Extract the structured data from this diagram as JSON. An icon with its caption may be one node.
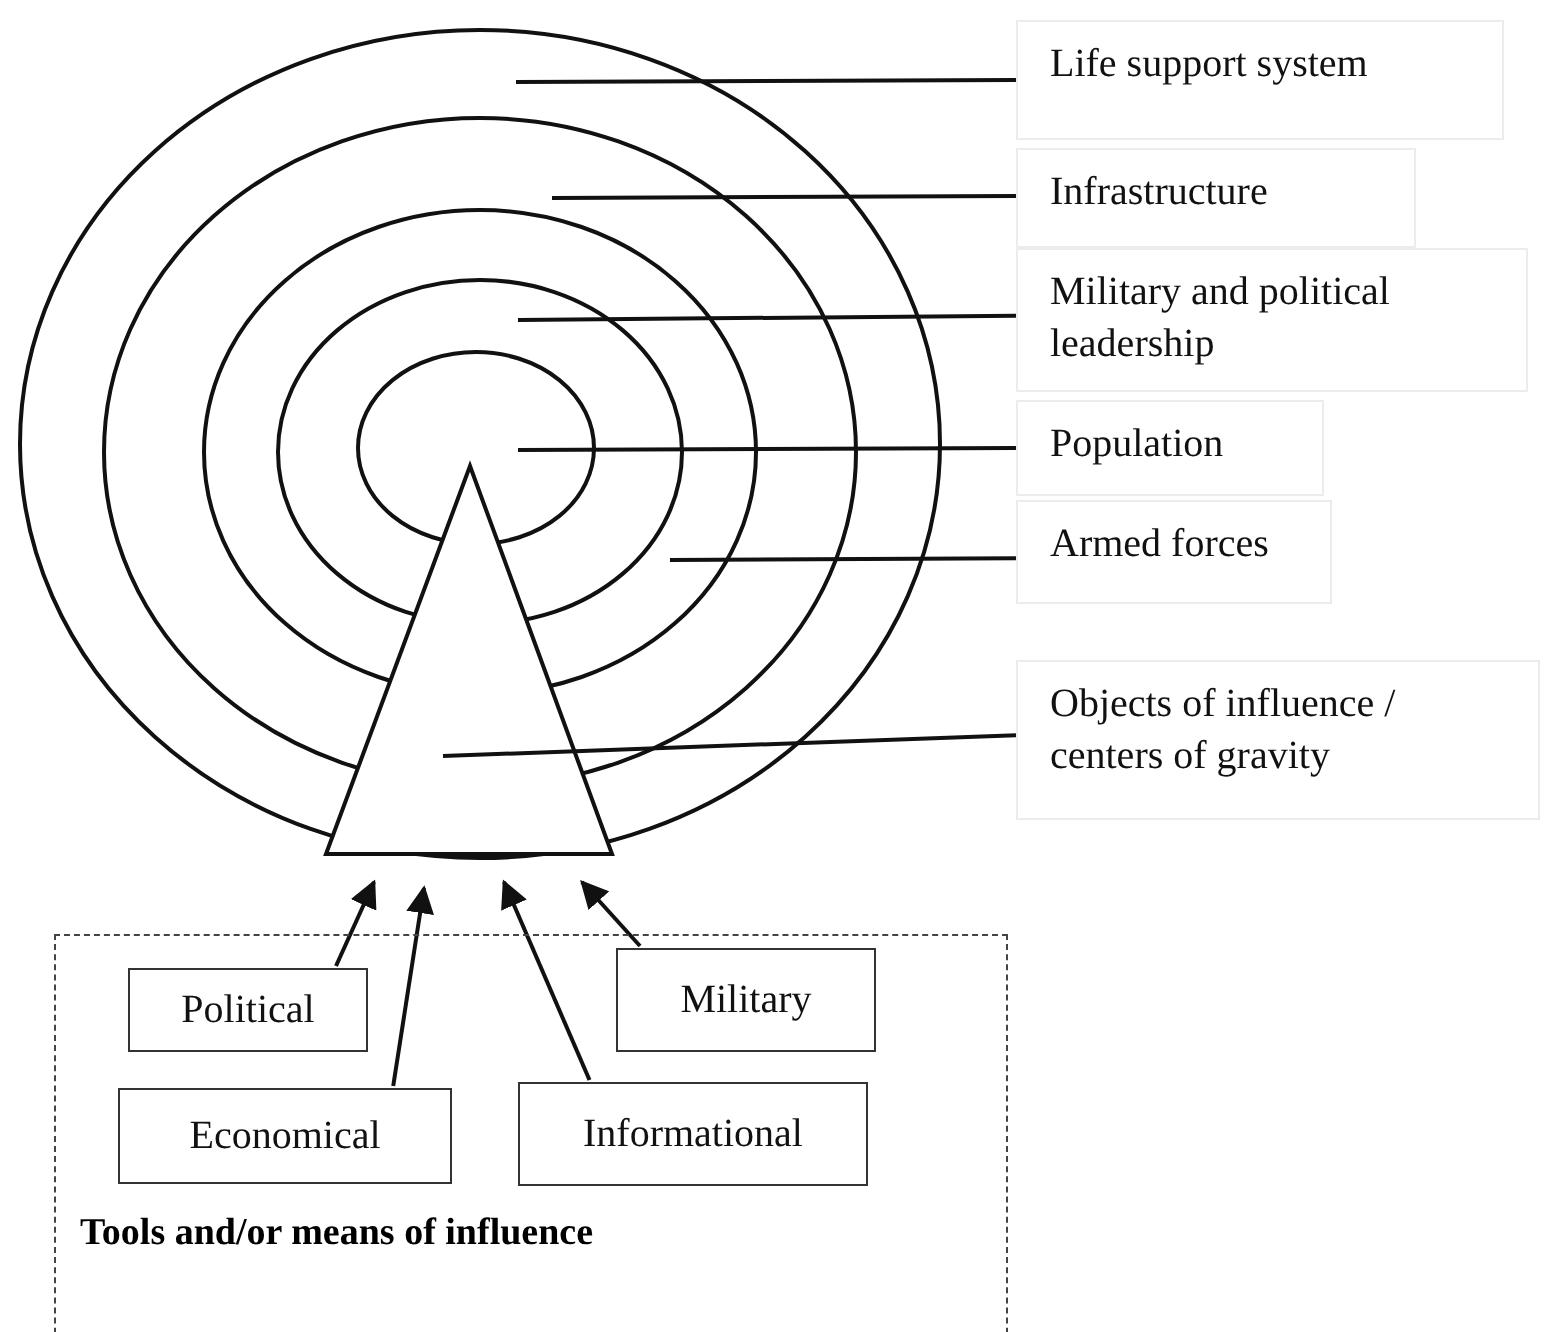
{
  "diagram": {
    "nodes": [
      {
        "text": [
          "Life support system"
        ]
      },
      {
        "text": [
          "Infrastructure"
        ]
      },
      {
        "text": [
          "Military and political leadership"
        ]
      },
      {
        "text": [
          "Population"
        ]
      },
      {
        "text": [
          "Armed forces"
        ]
      },
      {
        "text": [
          "Objects of influence / centers of gravity"
        ]
      },
      {
        "text": [],
        "shape": "circle"
      },
      {
        "text": [],
        "shape": "circle",
        "in": 6
      },
      {
        "text": [],
        "shape": "circle",
        "in": 7
      },
      {
        "text": [],
        "shape": "circle",
        "in": 8
      },
      {
        "text": [],
        "shape": "circle",
        "in": 9
      },
      {
        "text": [],
        "shape": "triangle",
        "in": 6
      },
      {
        "text": [
          "Tools and/or means of influence"
        ]
      },
      {
        "text": [
          "Political"
        ],
        "in": 12
      },
      {
        "text": [
          "Military"
        ],
        "in": 12
      },
      {
        "text": [
          "Economical"
        ],
        "in": 12
      },
      {
        "text": [
          "Informational"
        ],
        "in": 12
      }
    ],
    "edges": [
      {
        "from": 0,
        "to": 6,
        "arrow": "none"
      },
      {
        "from": 1,
        "to": 7,
        "arrow": "none"
      },
      {
        "from": 2,
        "to": 9,
        "arrow": "none"
      },
      {
        "from": 3,
        "to": 10,
        "arrow": "none"
      },
      {
        "from": 4,
        "to": 8,
        "arrow": "none"
      },
      {
        "from": 5,
        "to": 11,
        "arrow": "none"
      },
      {
        "from": 13,
        "to": 6,
        "arrow": "to"
      },
      {
        "from": 15,
        "to": 6,
        "arrow": "to"
      },
      {
        "from": 16,
        "to": 6,
        "arrow": "to"
      },
      {
        "from": 14,
        "to": 6,
        "arrow": "to"
      }
    ]
  }
}
